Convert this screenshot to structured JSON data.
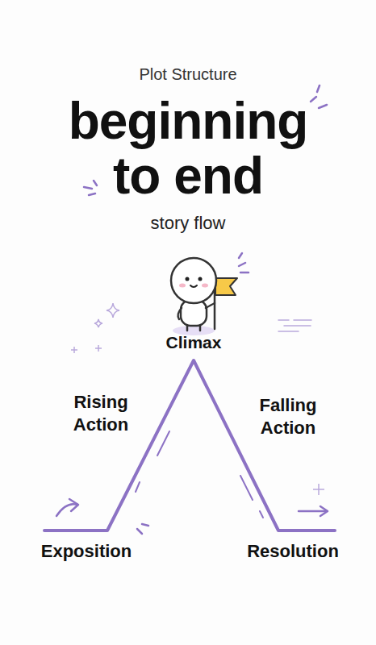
{
  "diagram": {
    "title": "beginning to end",
    "labels": [
      "Plot Structure",
      "story flow",
      "Climax",
      "Rising Action",
      "Falling Action",
      "Exposition",
      "Resolution"
    ]
  }
}
